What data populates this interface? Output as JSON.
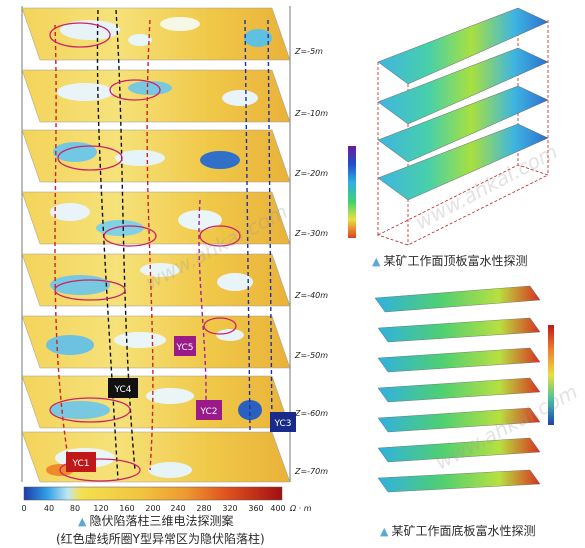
{
  "left": {
    "title": "隐伏陷落柱三维电法探测案",
    "subtitle": "(红色虚线所圈Y型异常区为隐伏陷落柱)",
    "depth_labels": [
      "Z=-5m",
      "Z=-10m",
      "Z=-20m",
      "Z=-30m",
      "Z=-40m",
      "Z=-50m",
      "Z=-60m",
      "Z=-70m"
    ],
    "tags": [
      "YC5",
      "YC4",
      "YC2",
      "YC1",
      "YC3"
    ],
    "colorbar": {
      "ticks": [
        "0",
        "40",
        "80",
        "120",
        "160",
        "200",
        "240",
        "280",
        "320",
        "360",
        "400"
      ],
      "unit": "Ω · m",
      "colors": [
        "#1e3aa8",
        "#2fa0e8",
        "#f5e050",
        "#f3c640",
        "#eea030",
        "#e26a22",
        "#d63a1c",
        "#c21818",
        "#a30f12"
      ]
    }
  },
  "top_right": {
    "title": "某矿工作面顶板富水性探测",
    "colors": [
      "#2a5fd0",
      "#3ab0e8",
      "#40d0a0",
      "#a8e040",
      "#f2e24a"
    ]
  },
  "bottom_right": {
    "title": "某矿工作面底板富水性探测",
    "colors": [
      "#2050c0",
      "#30c0a0",
      "#70d840",
      "#c0e040",
      "#f08030",
      "#c82020"
    ]
  },
  "watermark": "www.ahkai.com"
}
